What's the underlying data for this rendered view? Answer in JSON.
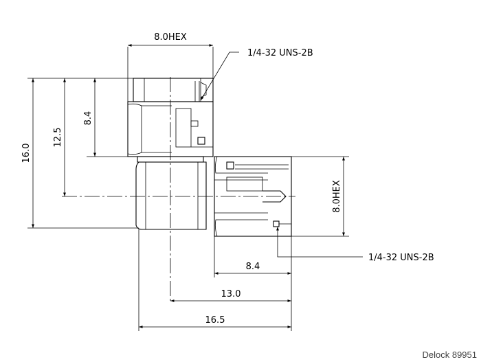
{
  "dimensions": {
    "top_hex": "8.0HEX",
    "top_thread": "1/4-32 UNS-2B",
    "right_hex": "8.0HEX",
    "right_thread": "1/4-32 UNS-2B",
    "total_height": "16.0",
    "axis_height": "12.5",
    "top_hex_length": "8.4",
    "side_hex_length": "8.4",
    "axis_length": "13.0",
    "total_length": "16.5"
  },
  "credit": "Delock 89951"
}
